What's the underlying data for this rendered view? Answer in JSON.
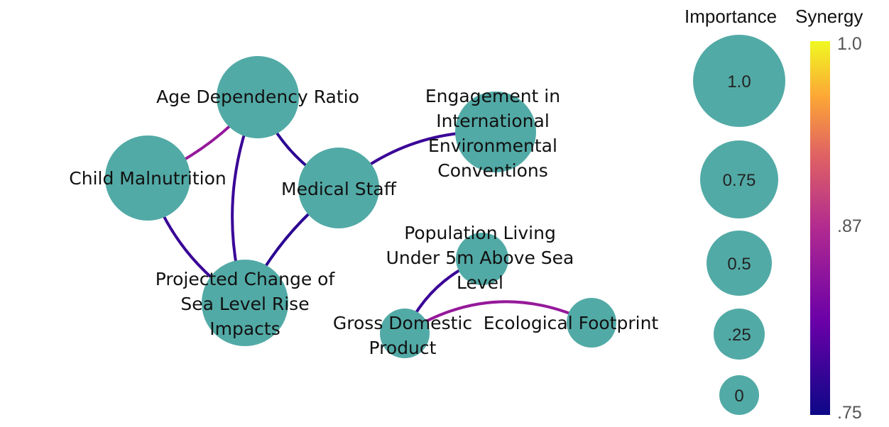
{
  "graph": {
    "nodes": [
      {
        "id": "age",
        "label_lines": [
          "Age Dependency Ratio"
        ]
      },
      {
        "id": "child",
        "label_lines": [
          "Child Malnutrition"
        ]
      },
      {
        "id": "medical",
        "label_lines": [
          "Medical Staff"
        ]
      },
      {
        "id": "engagement",
        "label_lines": [
          "Engagement in",
          "International",
          "Environmental",
          "Conventions"
        ]
      },
      {
        "id": "projected",
        "label_lines": [
          "Projected Change of",
          "Sea Level Rise",
          "Impacts"
        ]
      },
      {
        "id": "population",
        "label_lines": [
          "Population Living",
          "Under 5m Above Sea",
          "Level"
        ]
      },
      {
        "id": "gdp",
        "label_lines": [
          "Gross Domestic",
          "Product"
        ]
      },
      {
        "id": "ecological",
        "label_lines": [
          "Ecological Footprint"
        ]
      }
    ],
    "edges": [
      {
        "source": "age",
        "target": "medical",
        "synergy": 0.77
      },
      {
        "source": "age",
        "target": "child",
        "synergy": 0.85
      },
      {
        "source": "age",
        "target": "projected",
        "synergy": 0.78
      },
      {
        "source": "child",
        "target": "projected",
        "synergy": 0.78
      },
      {
        "source": "medical",
        "target": "projected",
        "synergy": 0.77
      },
      {
        "source": "medical",
        "target": "engagement",
        "synergy": 0.78
      },
      {
        "source": "population",
        "target": "gdp",
        "synergy": 0.78
      },
      {
        "source": "gdp",
        "target": "ecological",
        "synergy": 0.85
      }
    ],
    "node_color": "#52aaa6"
  },
  "legend": {
    "size_title": "Importance",
    "size_items": [
      "1.0",
      "0.75",
      "0.5",
      ".25",
      "0"
    ],
    "color_title": "Synergy",
    "color_ticks": [
      "1.0",
      ".87",
      ".75"
    ],
    "colorscale": [
      "#0d0887",
      "#6a00a8",
      "#b12a90",
      "#e16462",
      "#fca636",
      "#f0f921"
    ]
  }
}
